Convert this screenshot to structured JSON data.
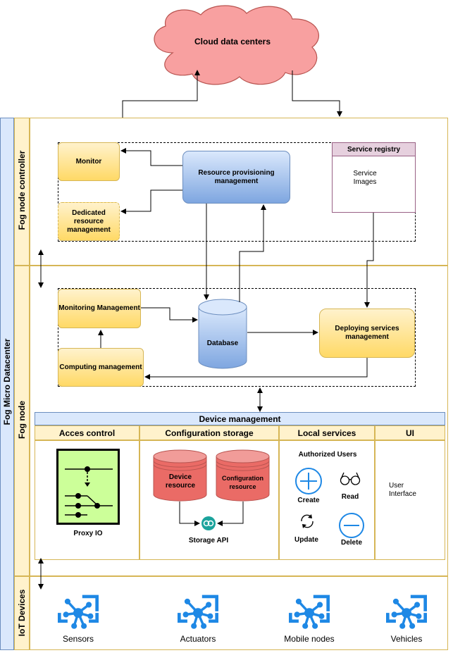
{
  "cloud": {
    "label": "Cloud data centers"
  },
  "outer": {
    "datacenter_label": "Fog Micro Datacenter"
  },
  "layers": {
    "controller": "Fog node controller",
    "fog_node": "Fog node",
    "iot": "IoT Devices"
  },
  "controller": {
    "monitor": "Monitor",
    "dedicated": "Dedicated resource management",
    "provisioning": "Resource provisioning management",
    "registry_title": "Service registry",
    "registry_body": "Service Images"
  },
  "fog_node": {
    "monitoring": "Monitoring Management",
    "computing": "Computing management",
    "database": "Database",
    "deploying": "Deploying services management"
  },
  "device_mgmt": {
    "title": "Device management",
    "columns": [
      "Acces control",
      "Configuration storage",
      "Local services",
      "UI"
    ],
    "proxy_label": "Proxy IO",
    "device_resource": "Device resource",
    "configuration_resource": "Configuration resource",
    "storage_api": "Storage API",
    "authorized_users": "Authorized Users",
    "ops": {
      "create": "Create",
      "read": "Read",
      "update": "Update",
      "delete": "Delete"
    },
    "user_interface": "User Interface"
  },
  "iot_devices": [
    "Sensors",
    "Actuators",
    "Mobile nodes",
    "Vehicles"
  ],
  "colors": {
    "cloud_fill": "#f8a0a0",
    "cloud_stroke": "#b85450",
    "blue_fill": "#a9c4eb",
    "yellow_fill": "#ffd966",
    "orange_stroke": "#d6b656",
    "registry_fill": "#e6d0de",
    "registry_stroke": "#996185",
    "red_cylinder": "#ea6b66",
    "iot_blue": "#1e88e5",
    "proxy_green": "#ccff99"
  }
}
